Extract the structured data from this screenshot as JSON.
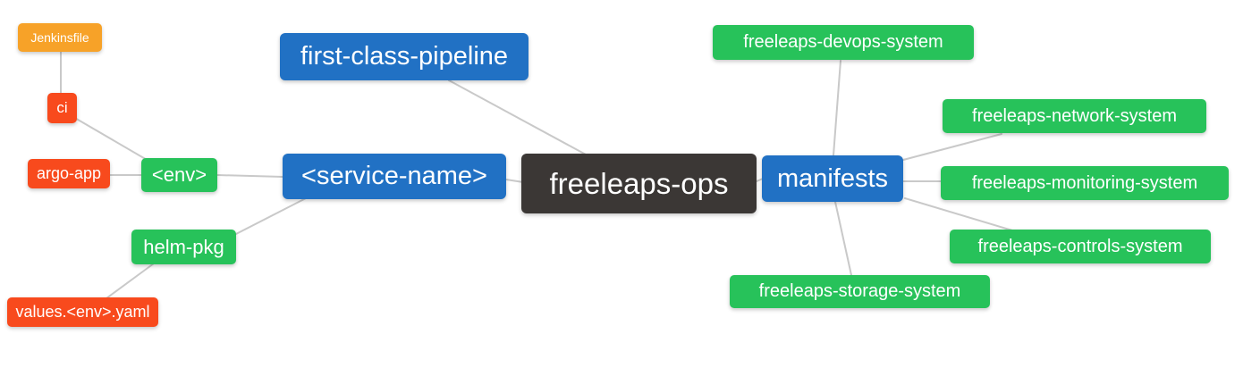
{
  "diagram": {
    "type": "mindmap",
    "root": "freeleaps-ops",
    "colors": {
      "blue": "#2171c4",
      "green": "#27c25a",
      "red": "#f84a1d",
      "orange": "#f7a228",
      "dark": "#3b3735",
      "edge": "#c9c9c9",
      "text": "#ffffff",
      "background": "#ffffff"
    },
    "nodes": {
      "root": {
        "label": "freeleaps-ops",
        "color": "dark"
      },
      "fcp": {
        "label": "first-class-pipeline",
        "color": "blue"
      },
      "service": {
        "label": "<service-name>",
        "color": "blue"
      },
      "manifests": {
        "label": "manifests",
        "color": "blue"
      },
      "env": {
        "label": "<env>",
        "color": "green"
      },
      "helm_pkg": {
        "label": "helm-pkg",
        "color": "green"
      },
      "ci": {
        "label": "ci",
        "color": "red"
      },
      "argo_app": {
        "label": "argo-app",
        "color": "red"
      },
      "values": {
        "label": "values.<env>.yaml",
        "color": "red"
      },
      "jenkinsfile": {
        "label": "Jenkinsfile",
        "color": "orange"
      },
      "devops": {
        "label": "freeleaps-devops-system",
        "color": "green"
      },
      "network": {
        "label": "freeleaps-network-system",
        "color": "green"
      },
      "monitoring": {
        "label": "freeleaps-monitoring-system",
        "color": "green"
      },
      "controls": {
        "label": "freeleaps-controls-system",
        "color": "green"
      },
      "storage": {
        "label": "freeleaps-storage-system",
        "color": "green"
      }
    },
    "edges": [
      {
        "from": "jenkinsfile",
        "to": "ci"
      },
      {
        "from": "ci",
        "to": "env"
      },
      {
        "from": "argo_app",
        "to": "env"
      },
      {
        "from": "env",
        "to": "service"
      },
      {
        "from": "helm_pkg",
        "to": "service"
      },
      {
        "from": "values",
        "to": "helm_pkg"
      },
      {
        "from": "fcp",
        "to": "root"
      },
      {
        "from": "service",
        "to": "root"
      },
      {
        "from": "root",
        "to": "manifests"
      },
      {
        "from": "manifests",
        "to": "devops"
      },
      {
        "from": "manifests",
        "to": "network"
      },
      {
        "from": "manifests",
        "to": "monitoring"
      },
      {
        "from": "manifests",
        "to": "controls"
      },
      {
        "from": "manifests",
        "to": "storage"
      }
    ]
  }
}
